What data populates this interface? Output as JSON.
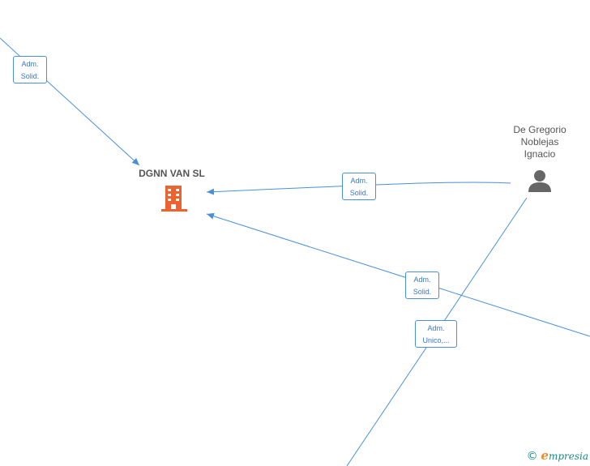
{
  "nodes": {
    "company": {
      "name": "DGNN VAN  SL",
      "icon": "building-icon",
      "color": "#f0622d"
    },
    "person": {
      "name_lines": [
        "De Gregorio",
        "Noblejas",
        "Ignacio"
      ],
      "icon": "person-icon",
      "color": "#666666"
    }
  },
  "edges": [
    {
      "id": "top-left",
      "label_lines": [
        "Adm.",
        "Solid."
      ]
    },
    {
      "id": "person-to-company",
      "label_lines": [
        "Adm.",
        "Solid."
      ]
    },
    {
      "id": "right-to-company",
      "label_lines": [
        "Adm.",
        "Solid."
      ]
    },
    {
      "id": "person-to-bottom",
      "label_lines": [
        "Adm.",
        "Unico,..."
      ]
    }
  ],
  "colors": {
    "edge": "#4a90d9",
    "edge_text": "#3a78c9"
  },
  "brand": {
    "copyright": "©",
    "initial": "e",
    "rest": "mpresia"
  }
}
